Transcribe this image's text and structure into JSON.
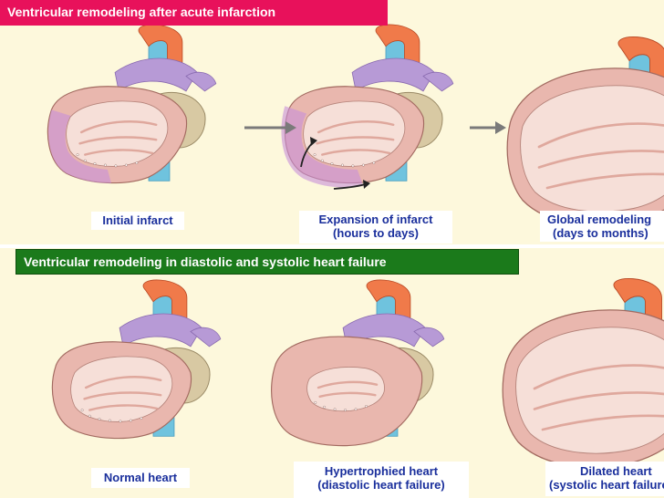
{
  "top_banner": "Ventricular remodeling after acute infarction",
  "bottom_banner": "Ventricular remodeling in diastolic and systolic heart failure",
  "captions": {
    "initial_infarct": "Initial infarct",
    "expansion_line1": "Expansion of infarct",
    "expansion_line2": "(hours to days)",
    "global_line1": "Global remodeling",
    "global_line2": "(days to months)",
    "normal": "Normal heart",
    "hypertrophied_line1": "Hypertrophied heart",
    "hypertrophied_line2": "(diastolic heart failure)",
    "dilated_line1": "Dilated heart",
    "dilated_line2": "(systolic heart failure)"
  },
  "colors": {
    "top_banner_bg": "#e8115b",
    "bottom_banner_bg": "#1b7a1b",
    "panel_bg": "#fdf8dc",
    "caption_text": "#1a2f9c",
    "heart_wall": "#e9b7ae",
    "heart_inner": "#f6dfd8",
    "aorta": "#6fc3de",
    "pulmonary": "#b79ad6",
    "atrium": "#d8c9a3",
    "infarct": "#c88fd8"
  }
}
